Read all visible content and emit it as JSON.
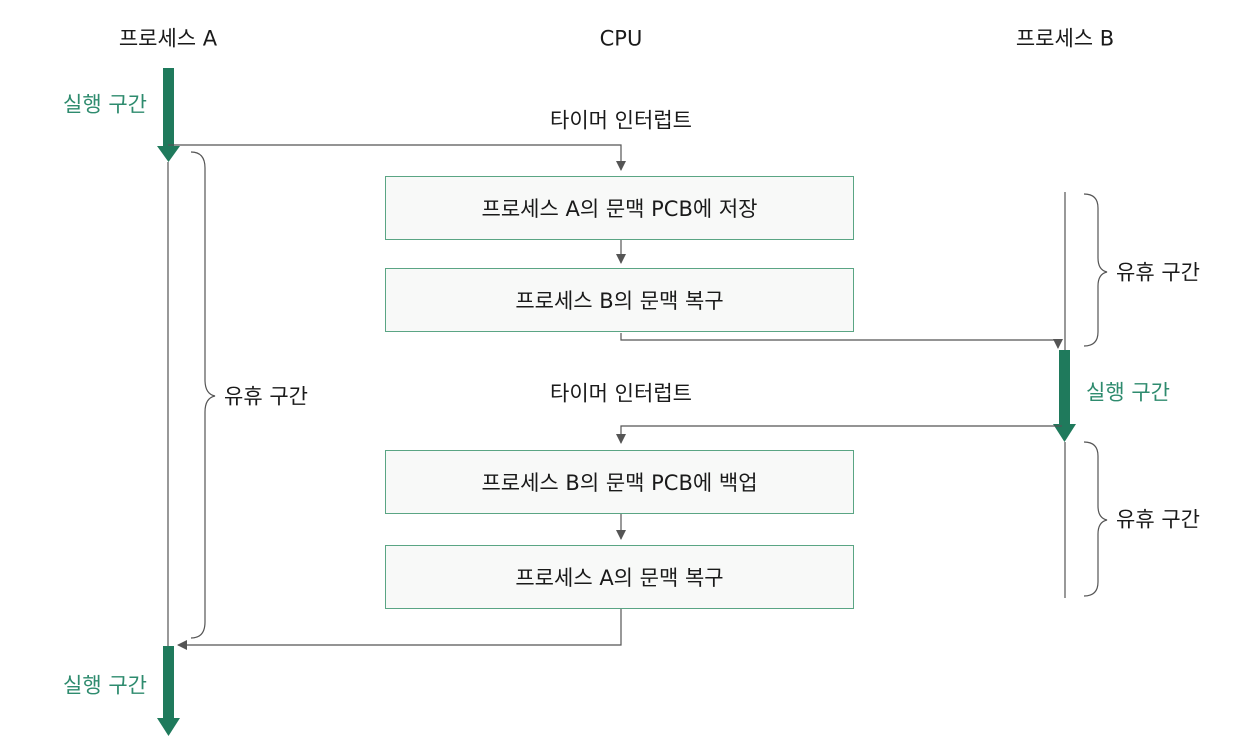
{
  "headers": {
    "process_a": "프로세스 A",
    "cpu": "CPU",
    "process_b": "프로세스 B"
  },
  "labels": {
    "run_a_top": "실행 구간",
    "timer_interrupt_1": "타이머 인터럽트",
    "idle_a": "유휴 구간",
    "idle_b_top": "유휴 구간",
    "run_b": "실행 구간",
    "timer_interrupt_2": "타이머 인터럽트",
    "idle_b_bottom": "유휴 구간",
    "run_a_bottom": "실행 구간"
  },
  "boxes": {
    "save_a": "프로세스 A의 문맥 PCB에 저장",
    "restore_b": "프로세스 B의 문맥 복구",
    "backup_b": "프로세스 B의 문맥 PCB에 백업",
    "restore_a": "프로세스 A의 문맥 복구"
  },
  "colors": {
    "run_arrow": "#1f7a5c",
    "run_text": "#2e8b6e",
    "box_border": "#5aa584",
    "line": "#555555"
  }
}
